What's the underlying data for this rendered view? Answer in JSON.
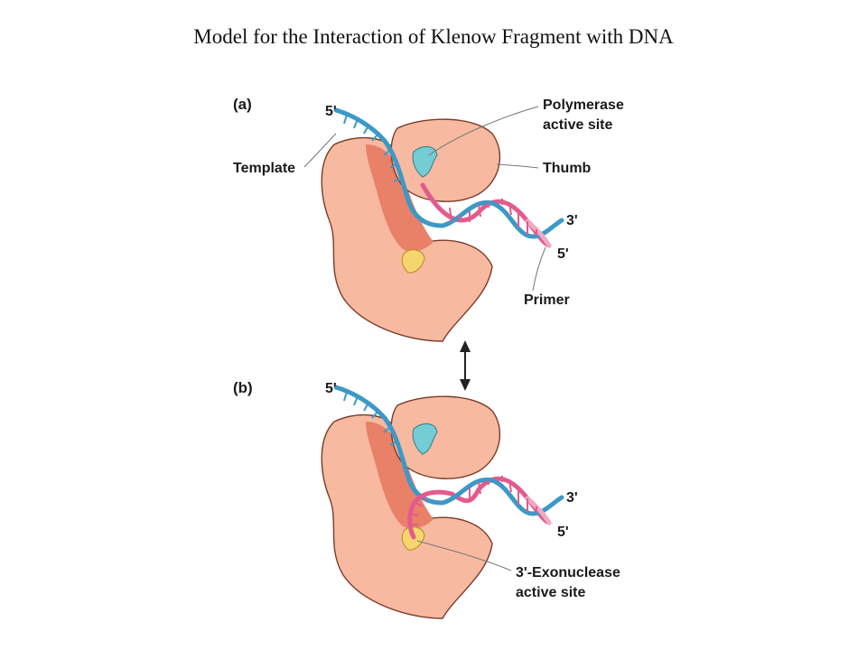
{
  "title": "Model for the Interaction of Klenow Fragment with DNA",
  "panel_a": {
    "tag": "(a)",
    "template_end": "5'",
    "template_label": "Template",
    "polymerase_label_1": "Polymerase",
    "polymerase_label_2": "active site",
    "thumb_label": "Thumb",
    "end_3": "3'",
    "end_5": "5'",
    "primer_label": "Primer"
  },
  "panel_b": {
    "tag": "(b)",
    "template_end": "5'",
    "end_3": "3'",
    "end_5": "5'",
    "exo_label_1": "3'-Exonuclease",
    "exo_label_2": "active site"
  },
  "colors": {
    "protein": "#f7b9a0",
    "protein_outline": "#7a3b2a",
    "cleft": "#e98068",
    "template_strand": "#3c99c6",
    "primer_strand": "#e45a8c",
    "primer_light": "#f2a9c2",
    "polymerase_site": "#74cdd4",
    "exonuclease_site": "#f5d66e"
  }
}
